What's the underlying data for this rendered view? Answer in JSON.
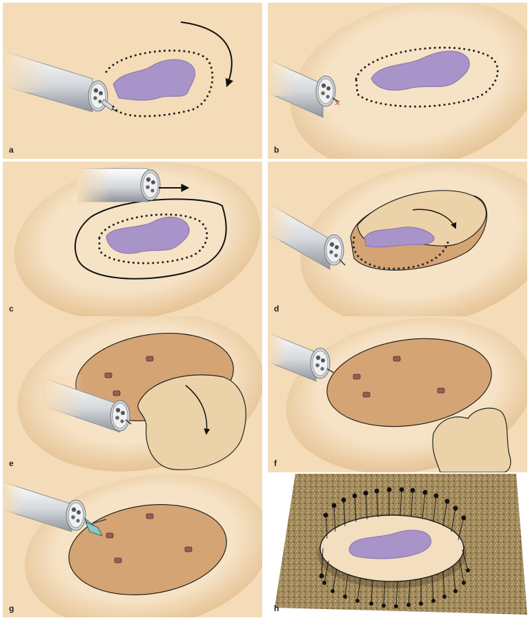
{
  "panels": [
    {
      "label": "a"
    },
    {
      "label": "b"
    },
    {
      "label": "c"
    },
    {
      "label": "d"
    },
    {
      "label": "e"
    },
    {
      "label": "f"
    },
    {
      "label": "g"
    },
    {
      "label": "h"
    }
  ],
  "colors": {
    "background_tissue": "#f4dcb8",
    "mucosal_bleb": "#efd1a5",
    "submucosa": "#d5a474",
    "lesion": "#a894c8",
    "clip_teal": "#8cc7c4",
    "cork_board": "#a0895b",
    "pin_head": "#111111"
  }
}
